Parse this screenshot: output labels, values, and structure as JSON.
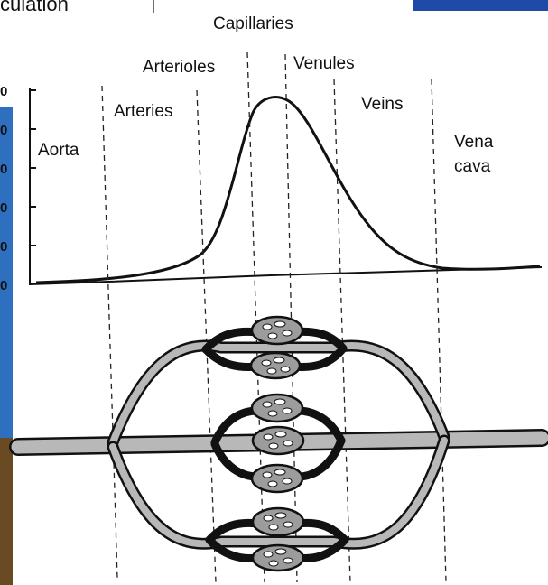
{
  "header_fragment": "culation",
  "segments": {
    "capillaries": "Capillaries",
    "arterioles": "Arterioles",
    "venules": "Venules",
    "arteries": "Arteries",
    "veins": "Veins",
    "aorta": "Aorta",
    "vena_cava_line1": "Vena",
    "vena_cava_line2": "cava"
  },
  "axis_ticks": [
    "0",
    "0",
    "0",
    "0",
    "0",
    "0"
  ],
  "colors": {
    "slide_accent": "#1f4aa8",
    "vessel_wall": "#111111",
    "vessel_lumen": "#b8b8b8",
    "capillary_bed": "#9c9c9c"
  }
}
